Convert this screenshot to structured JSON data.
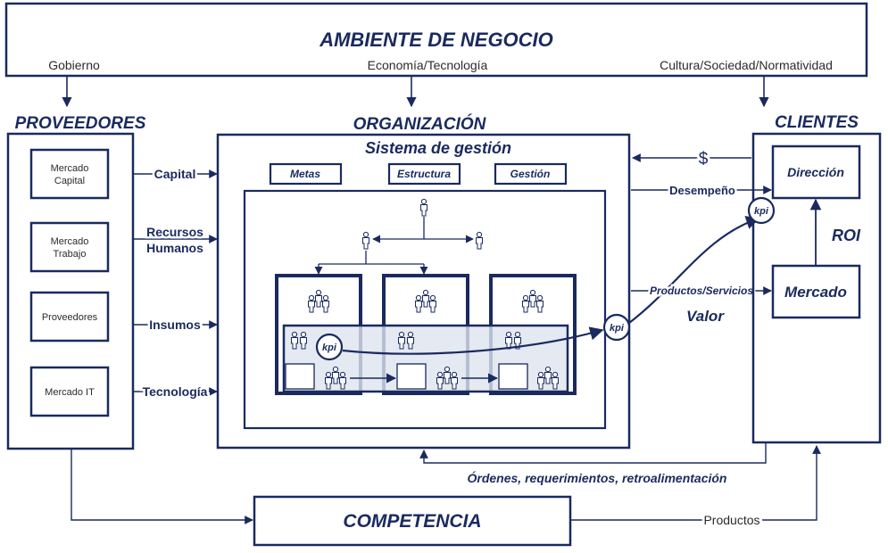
{
  "environment": {
    "title": "AMBIENTE DE NEGOCIO",
    "factors": [
      "Gobierno",
      "Economía/Tecnología",
      "Cultura/Sociedad/Normatividad"
    ]
  },
  "suppliers": {
    "title": "PROVEEDORES",
    "items": [
      "Mercado Capital",
      "Mercado Trabajo",
      "Proveedores",
      "Mercado IT"
    ]
  },
  "inputs": [
    "Capital",
    "Recursos Humanos",
    "Insumos",
    "Tecnología"
  ],
  "organization": {
    "title": "ORGANIZACIÓN",
    "system_title": "Sistema de gestión",
    "system_items": [
      "Metas",
      "Estructura",
      "Gestión"
    ],
    "kpi_label": "kpi"
  },
  "clients": {
    "title": "CLIENTES",
    "direction": "Dirección",
    "market": "Mercado",
    "roi": "ROI"
  },
  "flows": {
    "money": "$",
    "performance": "Desempeño",
    "products_services": "Productos/Servicios",
    "value": "Valor",
    "feedback": "Órdenes, requerimientos, retroalimentación",
    "products": "Productos"
  },
  "competition": {
    "title": "COMPETENCIA"
  },
  "colors": {
    "navy": "#1a2a5e",
    "lane": "#dde3ef",
    "background": "#ffffff"
  }
}
